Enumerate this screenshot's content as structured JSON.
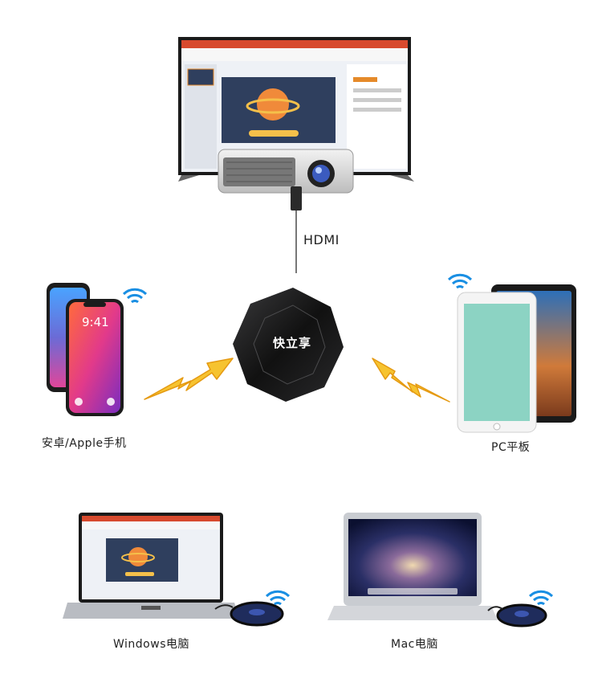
{
  "labels": {
    "hdmi": "HDMI",
    "hub": "快立享",
    "phones": "安卓/Apple手机",
    "tablet": "PC平板",
    "windows": "Windows电脑",
    "mac": "Mac电脑"
  },
  "phone_screen": {
    "time": "9:41"
  },
  "icons": {
    "wifi": "wifi-icon",
    "arrow": "lightning-arrow-icon"
  },
  "colors": {
    "arrow_fill": "#f6c330",
    "arrow_stroke": "#e59a12",
    "wifi_blue": "#1a8fe3",
    "hub_dark": "#1d1d1f",
    "ppt_bg": "#2f3f5e",
    "planet": "#f08a3a"
  }
}
